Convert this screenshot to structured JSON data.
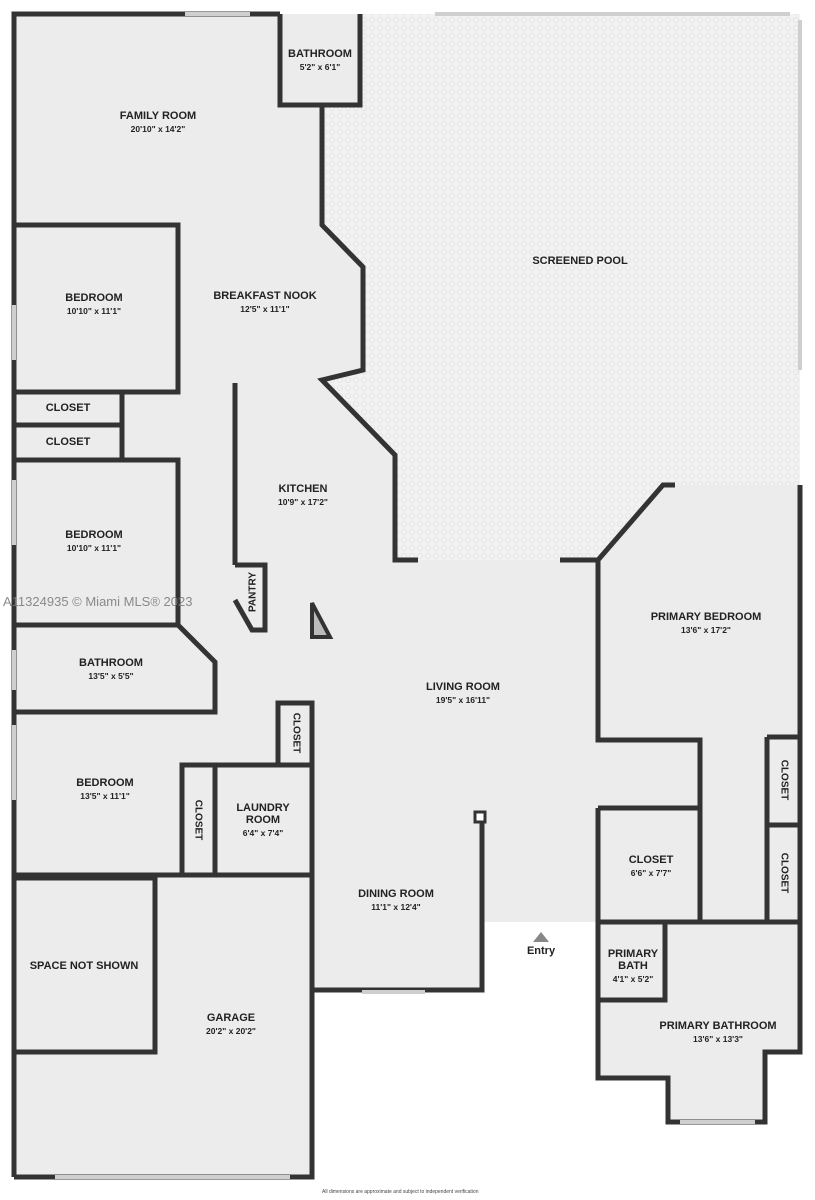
{
  "rooms": {
    "family_room": {
      "name": "FAMILY ROOM",
      "dims": "20'10\" x 14'2\""
    },
    "bathroom_top": {
      "name": "BATHROOM",
      "dims": "5'2\" x 6'1\""
    },
    "screened_pool": {
      "name": "SCREENED POOL"
    },
    "bedroom_1": {
      "name": "BEDROOM",
      "dims": "10'10\" x 11'1\""
    },
    "breakfast_nook": {
      "name": "BREAKFAST NOOK",
      "dims": "12'5\" x 11'1\""
    },
    "closet_1": {
      "name": "CLOSET"
    },
    "closet_2": {
      "name": "CLOSET"
    },
    "bedroom_2": {
      "name": "BEDROOM",
      "dims": "10'10\" x 11'1\""
    },
    "kitchen": {
      "name": "KITCHEN",
      "dims": "10'9\" x 17'2\""
    },
    "pantry": {
      "name": "PANTRY"
    },
    "primary_bedroom": {
      "name": "PRIMARY BEDROOM",
      "dims": "13'6\" x 17'2\""
    },
    "bathroom_mid": {
      "name": "BATHROOM",
      "dims": "13'5\" x 5'5\""
    },
    "living_room": {
      "name": "LIVING ROOM",
      "dims": "19'5\" x 16'11\""
    },
    "closet_3": {
      "name": "CLOSET"
    },
    "closet_4": {
      "name": "CLOSET"
    },
    "closet_5": {
      "name": "CLOSET"
    },
    "bedroom_3": {
      "name": "BEDROOM",
      "dims": "13'5\" x 11'1\""
    },
    "closet_6": {
      "name": "CLOSET"
    },
    "laundry_room": {
      "name": "LAUNDRY ROOM",
      "dims": "6'4\" x 7'4\""
    },
    "closet_primary": {
      "name": "CLOSET",
      "dims": "6'6\" x 7'7\""
    },
    "dining_room": {
      "name": "DINING ROOM",
      "dims": "11'1\" x 12'4\""
    },
    "primary_bath": {
      "name": "PRIMARY BATH",
      "dims": "4'1\" x 5'2\""
    },
    "space_not_shown": {
      "name": "SPACE NOT SHOWN"
    },
    "primary_bathroom": {
      "name": "PRIMARY BATHROOM",
      "dims": "13'6\" x 13'3\""
    },
    "garage": {
      "name": "GARAGE",
      "dims": "20'2\" x 20'2\""
    }
  },
  "entry_label": "Entry",
  "watermark": "A11324935 © Miami MLS® 2023",
  "footer": "All dimensions are approximate and subject to independent verification",
  "colors": {
    "wall": "#333333",
    "floor": "#ececec",
    "pool": "#f1f1f1"
  }
}
